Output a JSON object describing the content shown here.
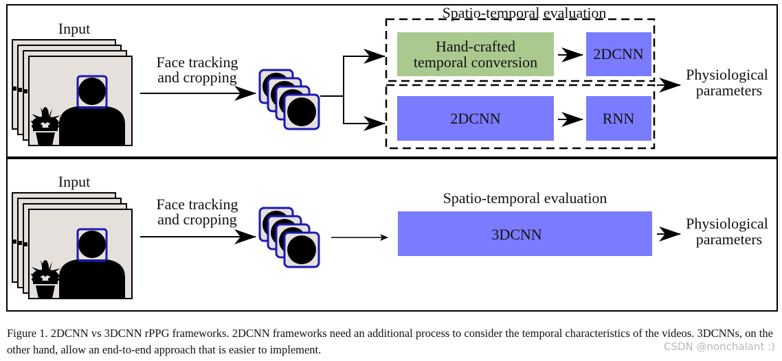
{
  "colors": {
    "frame_fill": "#e6e0dd",
    "face_border": "#1a1ab4",
    "handcrafted_fill": "#a9c98f",
    "network_fill": "#7b7bff",
    "line": "#000000"
  },
  "top_panel": {
    "input_label": "Input",
    "tracking_line1": "Face tracking",
    "tracking_line2": "and cropping",
    "eval_title": "Spatio-temporal evaluation",
    "handcrafted_line1": "Hand-crafted",
    "handcrafted_line2": "temporal conversion",
    "cnn_top_label": "2DCNN",
    "cnn_bottom_label": "2DCNN",
    "rnn_label": "RNN",
    "output_line1": "Physiological",
    "output_line2": "parameters"
  },
  "bottom_panel": {
    "input_label": "Input",
    "tracking_line1": "Face tracking",
    "tracking_line2": "and cropping",
    "eval_title": "Spatio-temporal evaluation",
    "cnn3d_label": "3DCNN",
    "output_line1": "Physiological",
    "output_line2": "parameters"
  },
  "caption": "Figure 1. 2DCNN vs 3DCNN rPPG frameworks. 2DCNN frameworks need an additional process to consider the temporal characteristics of the videos. 3DCNNs, on the other hand, allow an end-to-end approach that is easier to implement.",
  "watermark": "CSDN @nonchalant :)"
}
